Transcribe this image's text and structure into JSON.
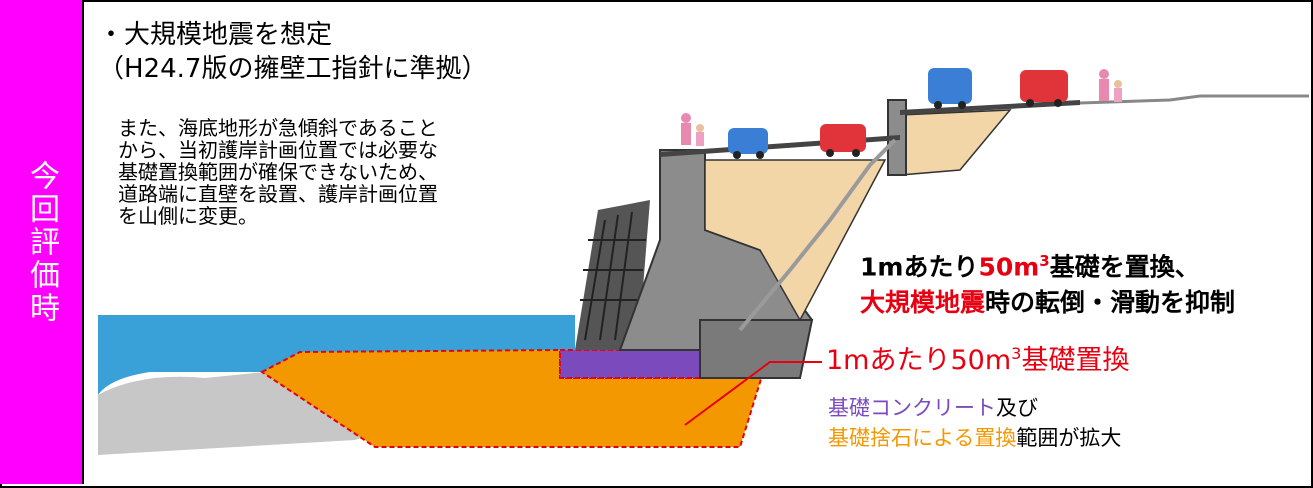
{
  "side_label": "今回評価時",
  "heading": {
    "line1": "・大規模地震を想定",
    "line2": "（H24.7版の擁壁工指針に準拠）"
  },
  "description": {
    "line1": "また、海底地形が急傾斜であること",
    "line2": "から、当初護岸計画位置では必要な",
    "line3": "基礎置換範囲が確保できないため、",
    "line4": "道路端に直壁を設置、護岸計画位置",
    "line5": "を山側に変更。"
  },
  "callout_main": {
    "line1_prefix": "1mあたり",
    "line1_amount": "50m",
    "line1_sup": "3",
    "line1_suffix": "基礎を置換、",
    "line2_highlight": "大規模地震",
    "line2_suffix": "時の転倒・滑動を抑制"
  },
  "callout_pointer": {
    "prefix": "1mあたり50m",
    "sup": "3",
    "suffix": "基礎置換"
  },
  "legend": {
    "concrete": "基礎コンクリート",
    "and": "及び",
    "rubble": "基礎捨石による置換",
    "expand": "範囲が拡大"
  },
  "colors": {
    "side_label_bg": "#ff00ff",
    "highlight_red": "#e60012",
    "concrete_purple": "#7b4bbd",
    "rubble_orange": "#f39800",
    "sea_blue": "#3aa0d8",
    "earth_tan": "#f2d6a8",
    "structure_gray": "#8c8c8c"
  }
}
